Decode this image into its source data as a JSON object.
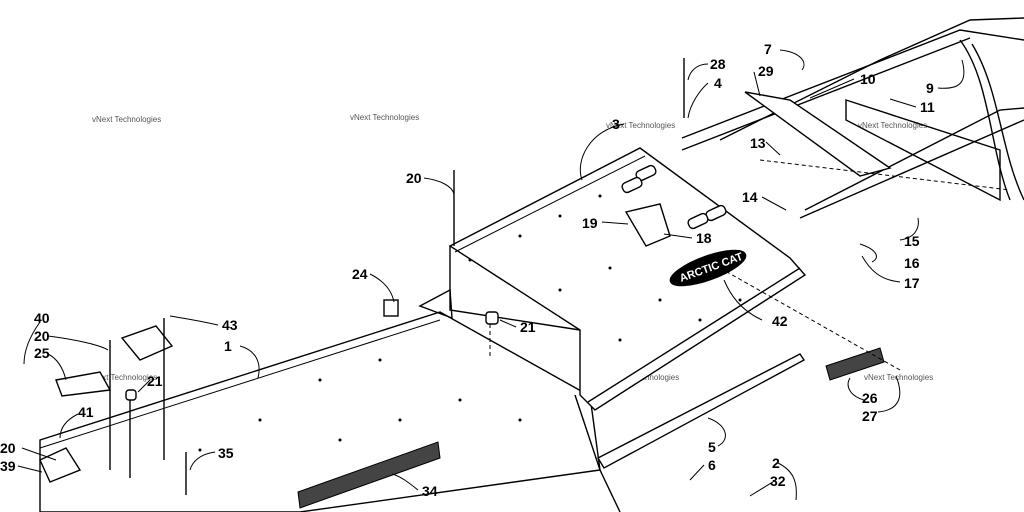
{
  "diagram": {
    "callouts": [
      {
        "key": "c1",
        "text": "1"
      },
      {
        "key": "c2",
        "text": "2"
      },
      {
        "key": "c3",
        "text": "3"
      },
      {
        "key": "c4",
        "text": "4"
      },
      {
        "key": "c5",
        "text": "5"
      },
      {
        "key": "c6",
        "text": "6"
      },
      {
        "key": "c7",
        "text": "7"
      },
      {
        "key": "c9",
        "text": "9"
      },
      {
        "key": "c10",
        "text": "10"
      },
      {
        "key": "c11",
        "text": "11"
      },
      {
        "key": "c13",
        "text": "13"
      },
      {
        "key": "c14",
        "text": "14"
      },
      {
        "key": "c15",
        "text": "15"
      },
      {
        "key": "c16",
        "text": "16"
      },
      {
        "key": "c17",
        "text": "17"
      },
      {
        "key": "c18",
        "text": "18"
      },
      {
        "key": "c19",
        "text": "19"
      },
      {
        "key": "c20a",
        "text": "20"
      },
      {
        "key": "c20b",
        "text": "20"
      },
      {
        "key": "c20c",
        "text": "20"
      },
      {
        "key": "c21a",
        "text": "21"
      },
      {
        "key": "c21b",
        "text": "21"
      },
      {
        "key": "c24",
        "text": "24"
      },
      {
        "key": "c25",
        "text": "25"
      },
      {
        "key": "c26",
        "text": "26"
      },
      {
        "key": "c27",
        "text": "27"
      },
      {
        "key": "c28",
        "text": "28"
      },
      {
        "key": "c29",
        "text": "29"
      },
      {
        "key": "c32",
        "text": "32"
      },
      {
        "key": "c34",
        "text": "34"
      },
      {
        "key": "c35",
        "text": "35"
      },
      {
        "key": "c39",
        "text": "39"
      },
      {
        "key": "c40",
        "text": "40"
      },
      {
        "key": "c41",
        "text": "41"
      },
      {
        "key": "c42",
        "text": "42"
      },
      {
        "key": "c43",
        "text": "43"
      }
    ],
    "logo_text": "ARCTIC CAT",
    "watermark": "vNext Technologies"
  }
}
